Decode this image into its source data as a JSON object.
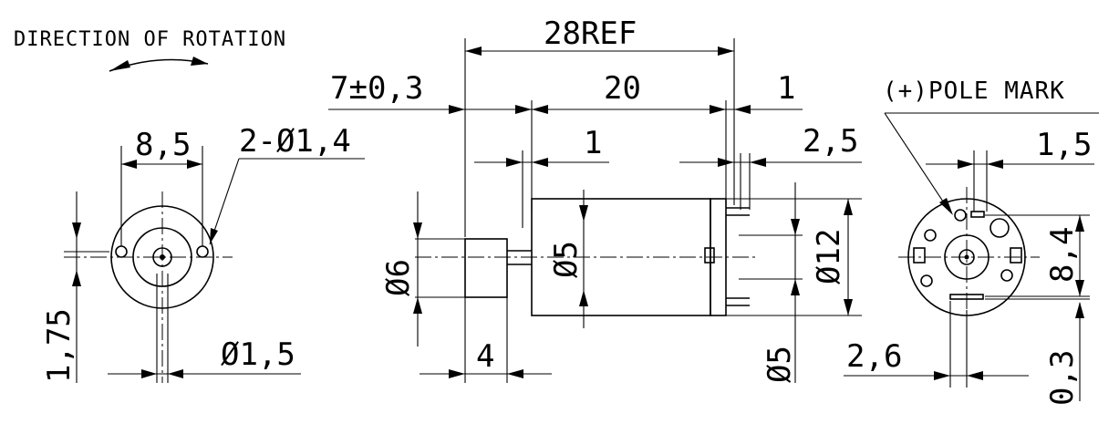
{
  "notes": {
    "direction": "DIRECTION OF ROTATION",
    "pole_mark": "(+)POLE MARK"
  },
  "dims": {
    "ref_28": "28REF",
    "d7": "7±0,3",
    "d20": "20",
    "d1_top": "1",
    "d1_mid": "1",
    "d2_5": "2,5",
    "d1_5_right": "1,5",
    "d8_5": "8,5",
    "holes": "2-Ø1,4",
    "d1_75": "1,75",
    "dia1_5": "Ø1,5",
    "dia6": "Ø6",
    "dia5_shaft": "Ø5",
    "dia12": "Ø12",
    "dia5_lower": "Ø5",
    "d4": "4",
    "d8_4": "8,4",
    "d2_6": "2,6",
    "d0_3": "0,3"
  }
}
